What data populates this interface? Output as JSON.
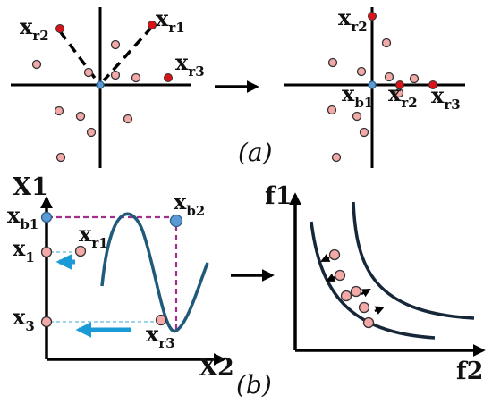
{
  "panel_a": {
    "left_labels": {
      "xr1_main": "x",
      "xr1_sub": "r1",
      "xr2_main": "x",
      "xr2_sub": "r2",
      "xr3_main": "x",
      "xr3_sub": "r3"
    },
    "right_labels": {
      "xr2_top_main": "x",
      "xr2_top_sub": "r2",
      "xb1_main": "x",
      "xb1_sub": "b1",
      "xr2_main": "x",
      "xr2_sub": "r2",
      "xr3_main": "x",
      "xr3_sub": "r3"
    },
    "caption": "(a)"
  },
  "panel_b": {
    "axis_y_label": "X1",
    "axis_x_label": "X2",
    "labels": {
      "xb1_main": "x",
      "xb1_sub": "b1",
      "x1_main": "x",
      "x1_sub": "1",
      "x3_main": "x",
      "x3_sub": "3",
      "xr1_main": "x",
      "xr1_sub": "r1",
      "xr3_main": "x",
      "xr3_sub": "r3",
      "xb2_main": "x",
      "xb2_sub": "b2"
    },
    "caption": "(b)"
  },
  "panel_f": {
    "axis_y_label": "f1",
    "axis_x_label": "f2"
  },
  "colors": {
    "pink": "#f3a9a8",
    "red": "#d8141a",
    "blue": "#5b9bd5",
    "curve": "#1f5a7a",
    "dash_magenta": "#a0308a",
    "arrow_blue": "#1a9ad6"
  }
}
